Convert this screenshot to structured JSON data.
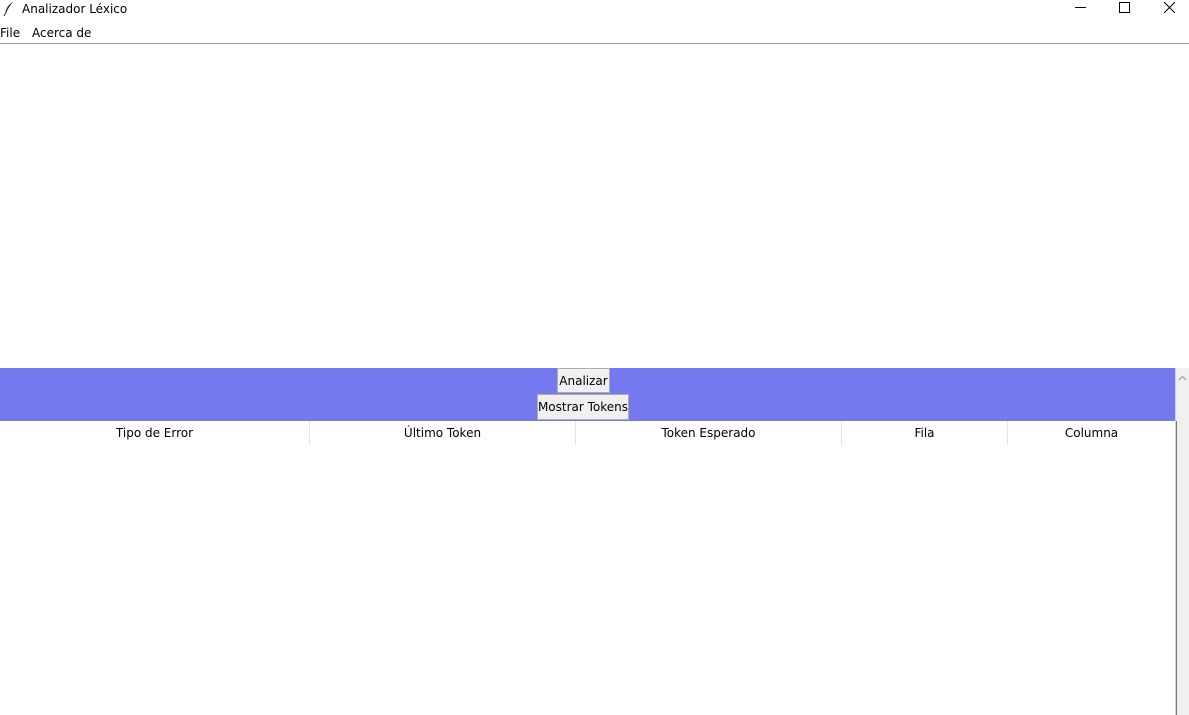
{
  "window": {
    "title": "Analizador Léxico",
    "app_icon": "feather-icon",
    "controls": [
      "minimize-icon",
      "maximize-icon",
      "close-icon"
    ]
  },
  "menubar": {
    "items": [
      {
        "label": "File"
      },
      {
        "label": "Acerca de"
      }
    ]
  },
  "editor": {
    "value": ""
  },
  "toolbar": {
    "background_color": "#7479ef",
    "analizar_label": "Analizar",
    "mostrar_tokens_label": "Mostrar Tokens"
  },
  "errors_table": {
    "columns": [
      "Tipo de Error",
      "Último Token",
      "Token Esperado",
      "Fila",
      "Columna"
    ],
    "rows": []
  }
}
